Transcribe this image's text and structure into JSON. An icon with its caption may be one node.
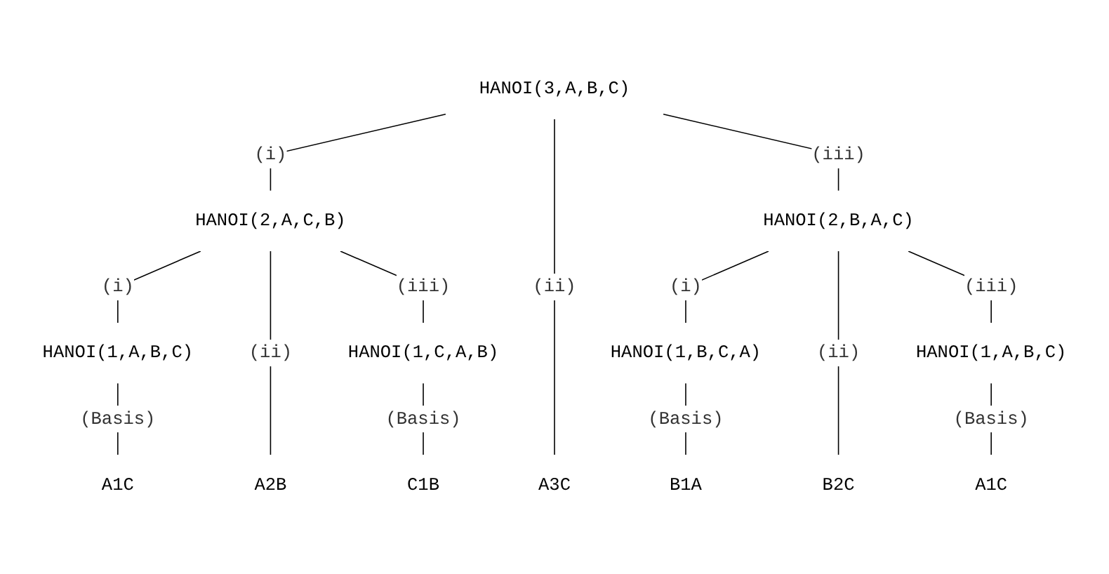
{
  "diagram": {
    "nodes": [
      {
        "text": [
          "HANOI(3,A,B,C)"
        ]
      },
      {
        "text": [
          "HANOI(2,A,C,B)"
        ]
      },
      {
        "text": [
          "HANOI(2,B,A,C)"
        ]
      },
      {
        "text": [
          "HANOI(1,A,B,C)"
        ]
      },
      {
        "text": [
          "HANOI(1,C,A,B)"
        ]
      },
      {
        "text": [
          "HANOI(1,B,C,A)"
        ]
      },
      {
        "text": [
          "HANOI(1,A,B,C)"
        ]
      },
      {
        "text": [
          "A1C"
        ]
      },
      {
        "text": [
          "A2B"
        ]
      },
      {
        "text": [
          "C1B"
        ]
      },
      {
        "text": [
          "A3C"
        ]
      },
      {
        "text": [
          "B1A"
        ]
      },
      {
        "text": [
          "B2C"
        ]
      },
      {
        "text": [
          "A1C"
        ]
      }
    ],
    "edges": [
      {
        "from": 0,
        "to": 1,
        "arrow": "none",
        "label": "(i)"
      },
      {
        "from": 0,
        "to": 10,
        "arrow": "none",
        "label": "(ii)"
      },
      {
        "from": 0,
        "to": 2,
        "arrow": "none",
        "label": "(iii)"
      },
      {
        "from": 1,
        "to": 3,
        "arrow": "none",
        "label": "(i)"
      },
      {
        "from": 1,
        "to": 8,
        "arrow": "none",
        "label": "(ii)"
      },
      {
        "from": 1,
        "to": 4,
        "arrow": "none",
        "label": "(iii)"
      },
      {
        "from": 2,
        "to": 5,
        "arrow": "none",
        "label": "(i)"
      },
      {
        "from": 2,
        "to": 12,
        "arrow": "none",
        "label": "(ii)"
      },
      {
        "from": 2,
        "to": 6,
        "arrow": "none",
        "label": "(iii)"
      },
      {
        "from": 3,
        "to": 7,
        "arrow": "none",
        "label": "(Basis)"
      },
      {
        "from": 4,
        "to": 9,
        "arrow": "none",
        "label": "(Basis)"
      },
      {
        "from": 5,
        "to": 11,
        "arrow": "none",
        "label": "(Basis)"
      },
      {
        "from": 6,
        "to": 13,
        "arrow": "none",
        "label": "(Basis)"
      }
    ]
  }
}
